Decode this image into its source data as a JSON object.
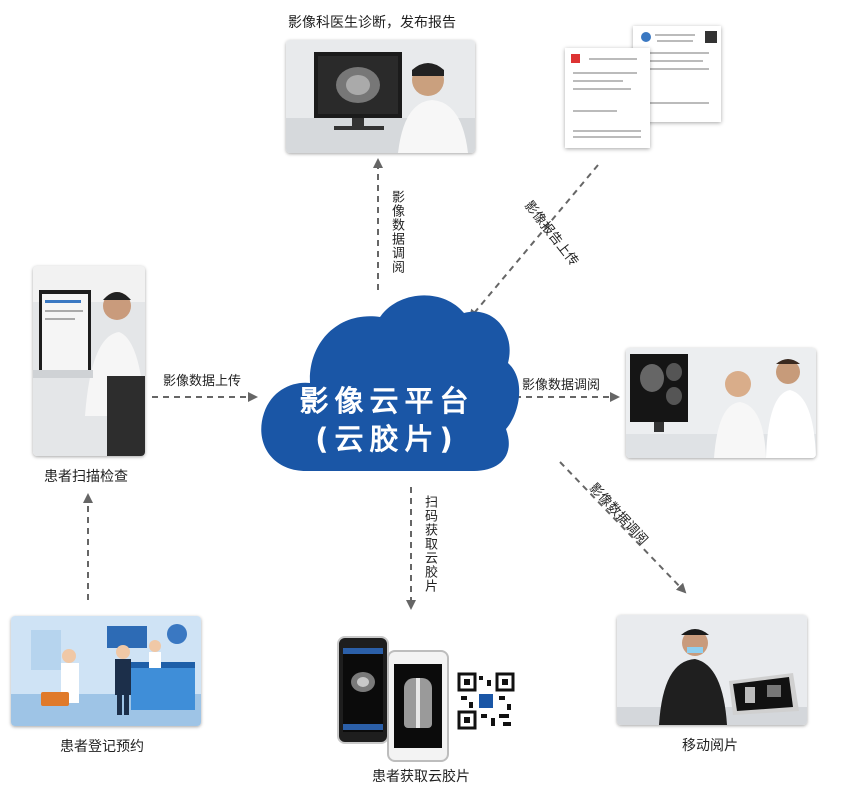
{
  "platform": {
    "title": "影像云平台",
    "subtitle": "(云胶片)"
  },
  "nodes": {
    "radiologist": "影像科医生诊断，发布报告",
    "scan": "患者扫描检查",
    "register": "患者登记预约",
    "qr_access": "患者获取云胶片",
    "mobile": "移动阅片"
  },
  "edges": {
    "upload_images": "影像数据上传",
    "review_top": "影像数据调阅",
    "report_upload": "影像报告上传",
    "review_right": "影像数据调阅",
    "scan_code": "扫码获取云胶片",
    "review_mobile": "影像数据调阅"
  },
  "colors": {
    "cloud": "#1a56a6",
    "arrow": "#666666"
  }
}
